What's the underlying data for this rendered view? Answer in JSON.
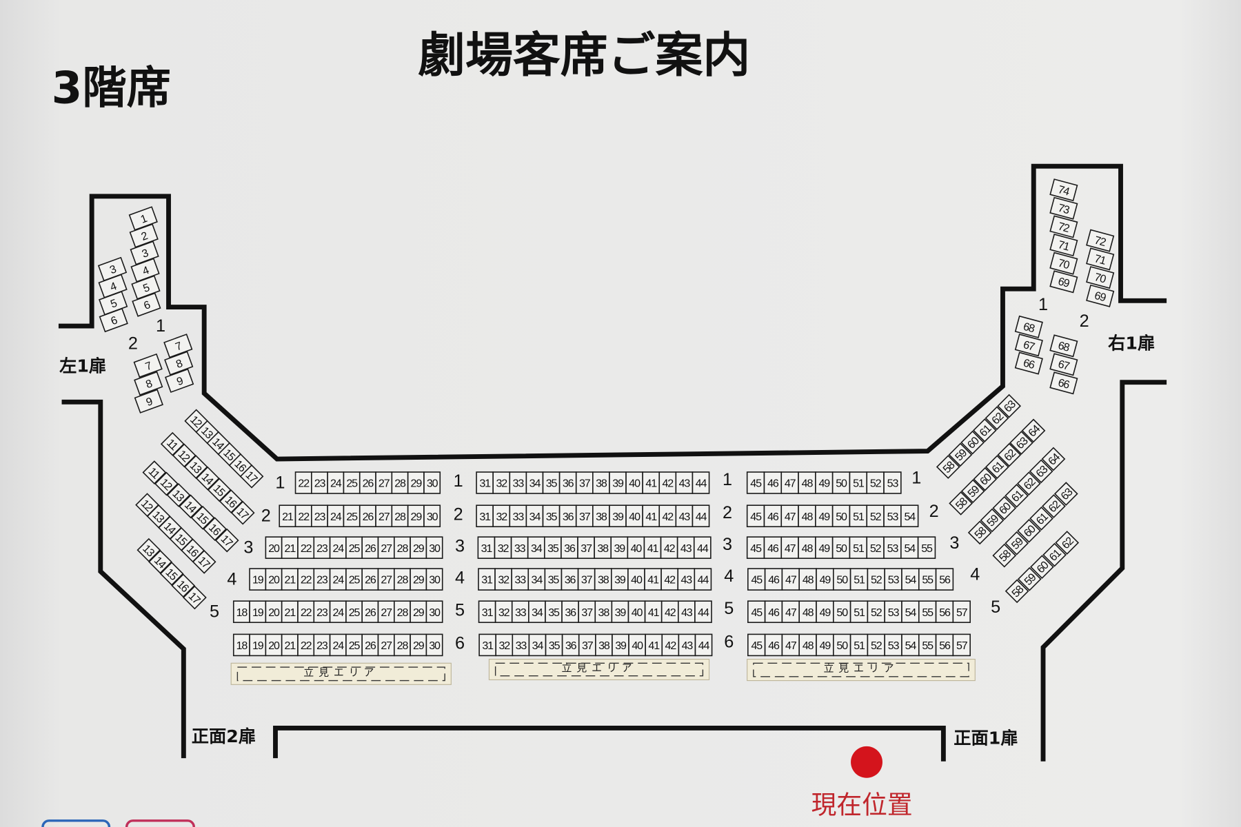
{
  "title": "劇場客席ご案内",
  "floor_label": "3階席",
  "doors": {
    "left_1": "左1扉",
    "right_1": "右1扉",
    "front_2": "正面2扉",
    "front_1": "正面1扉"
  },
  "current_location": "現在位置",
  "standing_area_label": "立見エリア",
  "colors": {
    "wall": "#111111",
    "current_dot": "#d4141c",
    "current_text": "#c0262c"
  },
  "center": {
    "row_labels": [
      "1",
      "2",
      "3",
      "4",
      "5",
      "6"
    ],
    "blocks": [
      {
        "name": "left",
        "rows": [
          {
            "from": 22,
            "to": 30
          },
          {
            "from": 21,
            "to": 30
          },
          {
            "from": 20,
            "to": 30
          },
          {
            "from": 19,
            "to": 30
          },
          {
            "from": 18,
            "to": 30
          },
          {
            "from": 18,
            "to": 30
          }
        ]
      },
      {
        "name": "middle",
        "rows": [
          {
            "from": 31,
            "to": 44
          },
          {
            "from": 31,
            "to": 44
          },
          {
            "from": 31,
            "to": 44
          },
          {
            "from": 31,
            "to": 44
          },
          {
            "from": 31,
            "to": 44
          },
          {
            "from": 31,
            "to": 44
          }
        ]
      },
      {
        "name": "right",
        "rows": [
          {
            "from": 45,
            "to": 53
          },
          {
            "from": 45,
            "to": 54
          },
          {
            "from": 45,
            "to": 55
          },
          {
            "from": 45,
            "to": 56
          },
          {
            "from": 45,
            "to": 57
          },
          {
            "from": 45,
            "to": 57
          }
        ]
      }
    ]
  },
  "left_side": {
    "row_labels": [
      "1",
      "2"
    ],
    "upper_row1": [
      1,
      2,
      3,
      4,
      5,
      6
    ],
    "upper_row2": [
      3,
      4,
      5,
      6
    ],
    "lower_row1": [
      7,
      8,
      9
    ],
    "lower_row2": [
      7,
      8,
      9
    ],
    "diagonal_rows": [
      {
        "from": 12,
        "to": 17
      },
      {
        "from": 11,
        "to": 17
      },
      {
        "from": 11,
        "to": 17
      },
      {
        "from": 12,
        "to": 17
      },
      {
        "from": 13,
        "to": 17
      }
    ]
  },
  "right_side": {
    "row_labels": [
      "1",
      "2"
    ],
    "upper_row1": [
      74,
      73,
      72,
      71,
      70,
      69
    ],
    "upper_row2": [
      72,
      71,
      70,
      69
    ],
    "lower_row1": [
      68,
      67,
      66
    ],
    "lower_row2": [
      68,
      67,
      66
    ],
    "diagonal_rows": [
      {
        "from": 58,
        "to": 63
      },
      {
        "from": 58,
        "to": 64
      },
      {
        "from": 58,
        "to": 64
      },
      {
        "from": 58,
        "to": 63
      },
      {
        "from": 58,
        "to": 62
      }
    ]
  }
}
